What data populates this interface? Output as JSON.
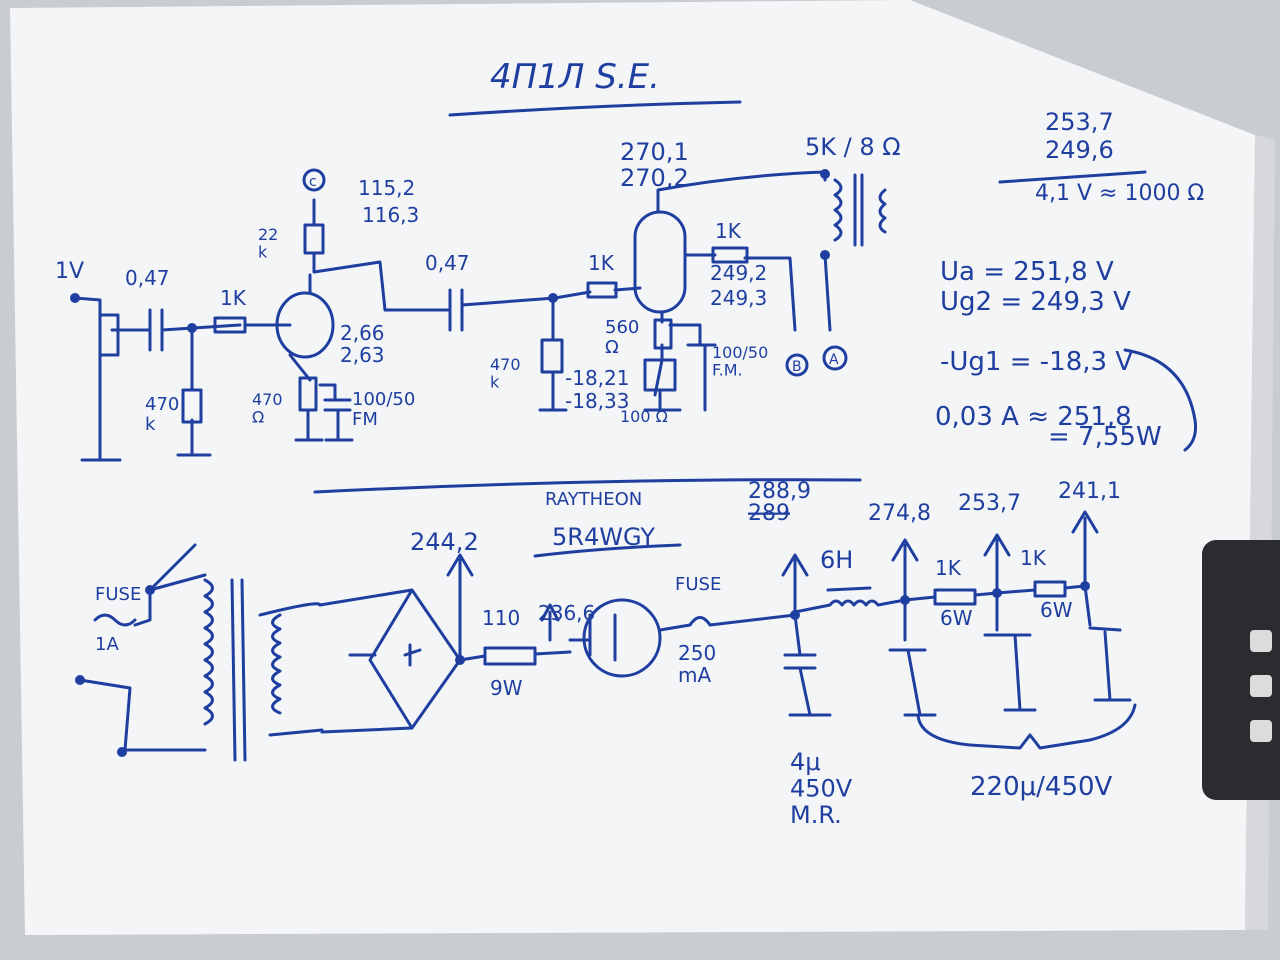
{
  "title": "4П1Л S.E.",
  "colors": {
    "ink": "#1f3fa0",
    "paper": "#f4f5f7",
    "background": "#c9ccd0"
  },
  "top_circuit": {
    "input": "1V",
    "cap_in": "0,47",
    "res_grid": "1K",
    "res_grid_leak": "470\nk",
    "anode_res": "22\nk",
    "node_c": "c",
    "anode_v1": "115,2",
    "anode_v2": "116,3",
    "cathode_v1": "2,66",
    "cathode_v2": "2,63",
    "cathode_res": "470\nΩ",
    "cathode_cap": "100/50\nFM",
    "coupling_cap": "0,47",
    "grid2_leak": "470\nk",
    "bias_v1": "-18,21",
    "bias_v2": "-18,33",
    "grid_stop": "1K",
    "plate_v1": "270,1",
    "plate_v2": "270,2",
    "screen_res": "1K",
    "screen_v1": "249,2",
    "screen_v2": "249,3",
    "cath2_res": "560\nΩ",
    "cath2_pot": "100 Ω",
    "cath2_cap": "100/50\nF.M.",
    "node_b": "B",
    "node_a": "A",
    "output": "5K / 8 Ω"
  },
  "notes": {
    "n1": "253,7",
    "n2": "249,6",
    "n3": "4,1 V ≈ 1000 Ω",
    "ua": "Ua = 251,8 V",
    "ug2": "Ug2 = 249,3 V",
    "ug1": "-Ug1 = -18,3 V",
    "p1": "0,03 A ≈ 251,8",
    "p2": "= 7,55W"
  },
  "psu": {
    "fuse_in": "FUSE",
    "fuse_in_val": "1A",
    "rect_out": "244,2",
    "res1": "110",
    "res1_w": "9W",
    "v_after": "236,6",
    "tube_brand": "RAYTHEON",
    "tube_type": "5R4WGY",
    "fuse2": "FUSE",
    "fuse2_val": "250\nmA",
    "v_choke_in": "288,9",
    "v_choke_in_struck": "289",
    "cap1": "4μ\n450V\nM.R.",
    "choke": "6H",
    "v_n1": "274,8",
    "r_a": "1K",
    "r_a_w": "6W",
    "v_n2": "253,7",
    "r_b": "1K",
    "r_b_w": "6W",
    "v_n3": "241,1",
    "caps": "220μ/450V"
  }
}
